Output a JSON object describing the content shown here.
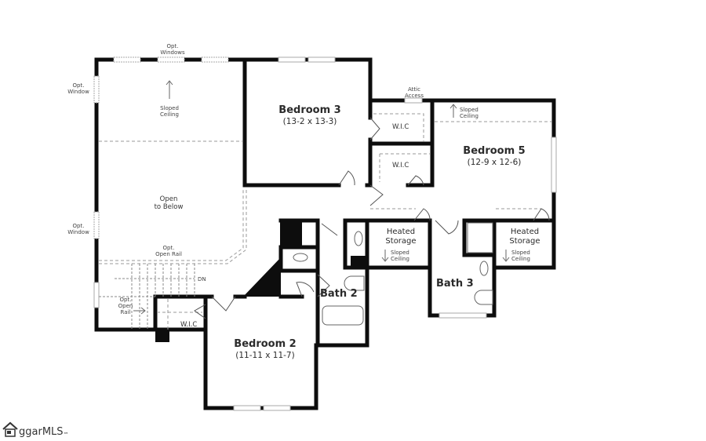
{
  "plan": {
    "type": "floor-plan",
    "rooms": {
      "bedroom3": {
        "name": "Bedroom 3",
        "dims": "(13-2 x 13-3)"
      },
      "bedroom5": {
        "name": "Bedroom 5",
        "dims": "(12-9 x 12-6)"
      },
      "bedroom2": {
        "name": "Bedroom 2",
        "dims": "(11-11 x 11-7)"
      },
      "open_to_below": {
        "line1": "Open",
        "line2": "to Below"
      },
      "bath2": {
        "name": "Bath 2"
      },
      "bath3": {
        "name": "Bath 3"
      },
      "heated_storage_left": {
        "line1": "Heated",
        "line2": "Storage"
      },
      "heated_storage_right": {
        "line1": "Heated",
        "line2": "Storage"
      },
      "wic_bedroom3": {
        "name": "W.I.C"
      },
      "wic_bedroom5": {
        "name": "W.I.C"
      },
      "wic_bedroom2": {
        "name": "W.I.C"
      }
    },
    "annotations": {
      "opt_windows_top": {
        "line1": "Opt.",
        "line2": "Windows"
      },
      "opt_window_upper_left": {
        "line1": "Opt.",
        "line2": "Window"
      },
      "opt_window_lower_left": {
        "line1": "Opt.",
        "line2": "Window"
      },
      "sloped_ceiling_loft": {
        "line1": "Sloped",
        "line2": "Ceiling"
      },
      "sloped_ceiling_bed5": {
        "line1": "Sloped",
        "line2": "Ceiling"
      },
      "sloped_ceiling_storage_left": {
        "line1": "Sloped",
        "line2": "Ceiling"
      },
      "sloped_ceiling_storage_right": {
        "line1": "Sloped",
        "line2": "Ceiling"
      },
      "attic_access": {
        "line1": "Attic",
        "line2": "Access"
      },
      "opt_open_rail_top": {
        "line1": "Opt.",
        "line2": "Open Rail"
      },
      "opt_open_rail_stair": {
        "line1": "Opt.",
        "line2": "Open",
        "line3": "Rail"
      },
      "stair_dn": "DN"
    }
  },
  "watermark": {
    "brand": "ggarMLS",
    "tm": "™"
  },
  "colors": {
    "wall": "#0d0d0d",
    "dashed": "#9a9a9a",
    "window": "#bdbdbd",
    "background": "#ffffff"
  }
}
